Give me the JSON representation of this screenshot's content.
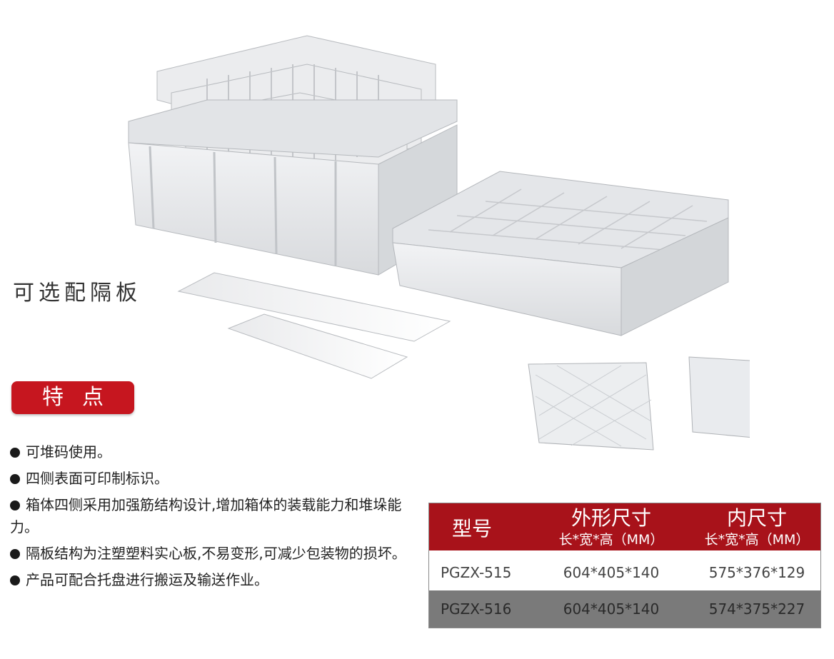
{
  "caption": "可选配隔板",
  "features_title": "特点",
  "features": [
    "可堆码使用。",
    "四侧表面可印制标识。",
    "箱体四侧采用加强筋结构设计,增加箱体的装载能力和堆垛能力。",
    "隔板结构为注塑塑料实心板,不易变形,可减少包装物的损坏。",
    "产品可配合托盘进行搬运及输送作业。"
  ],
  "spec_table": {
    "header": {
      "model": "型号",
      "outer": "外形尺寸",
      "outer_sub": "长*宽*高（MM）",
      "inner": "内尺寸",
      "inner_sub": "长*宽*高（MM）"
    },
    "rows": [
      {
        "model": "PGZX-515",
        "outer": "604*405*140",
        "inner": "575*376*129"
      },
      {
        "model": "PGZX-516",
        "outer": "604*405*140",
        "inner": "574*375*227"
      }
    ]
  },
  "colors": {
    "accent": "#c6161f",
    "table_header": "#a8121a",
    "row_dark": "#7a7a7a"
  }
}
